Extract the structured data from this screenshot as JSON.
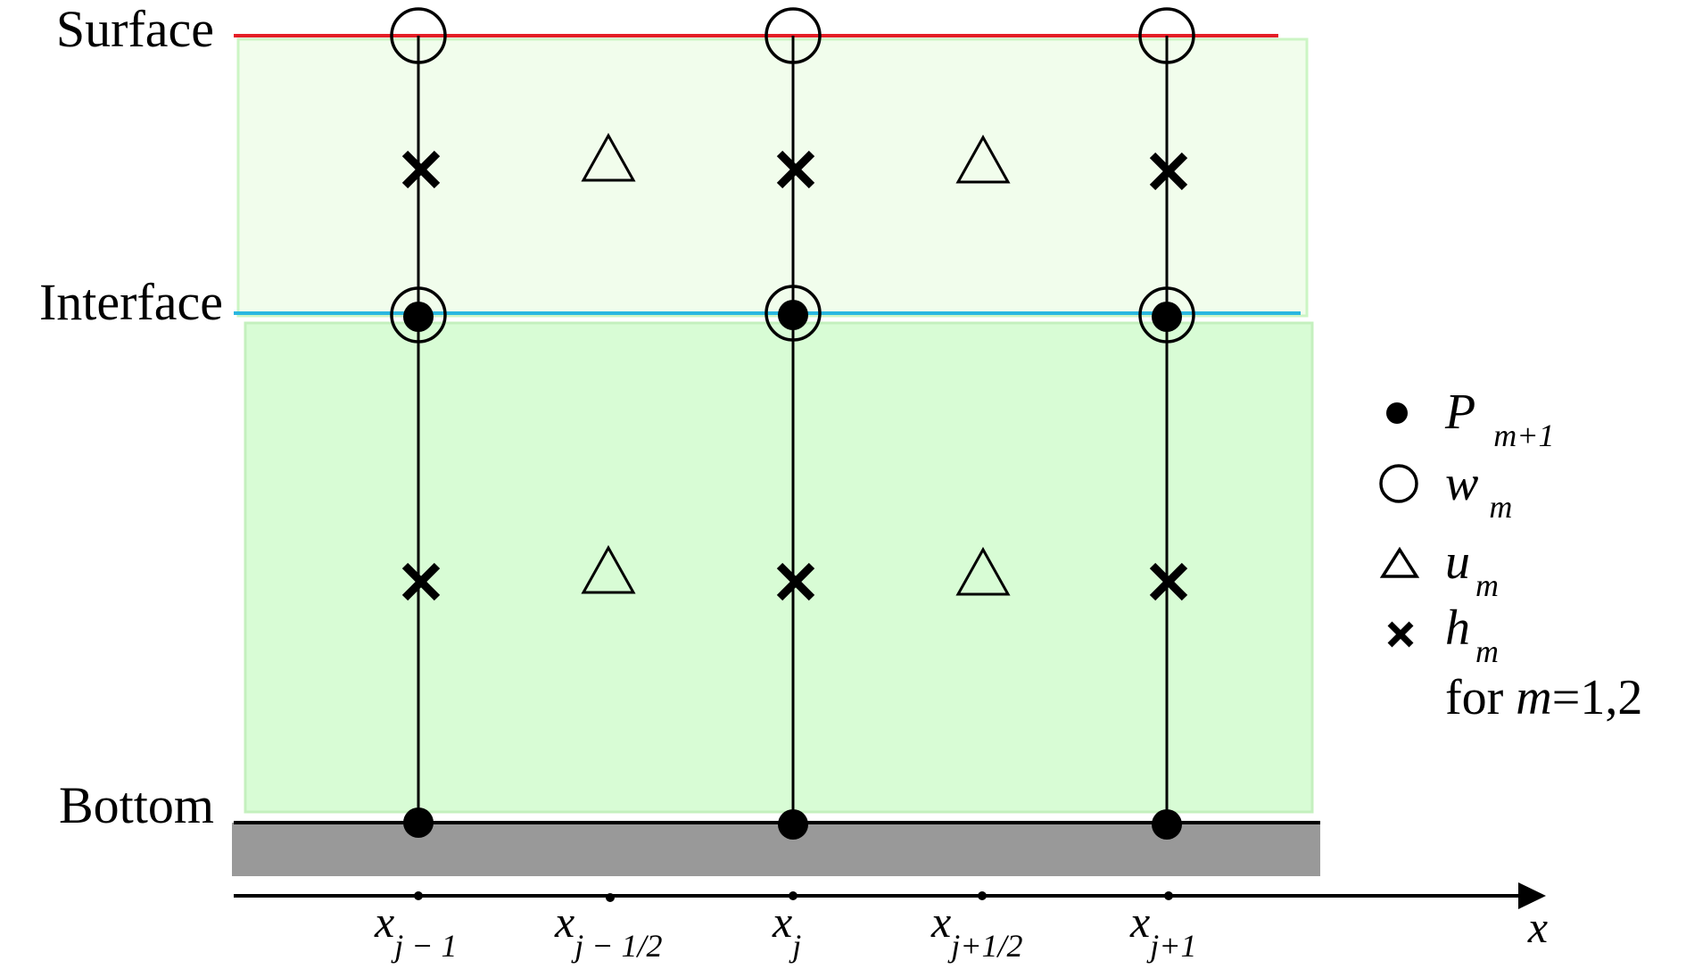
{
  "labels": {
    "surface": "Surface",
    "interface": "Interface",
    "bottom": "Bottom"
  },
  "axis": {
    "name": "x",
    "ticks": [
      {
        "base": "x",
        "sub": "j − 1"
      },
      {
        "base": "x",
        "sub": "j − 1/2"
      },
      {
        "base": "x",
        "sub": "j"
      },
      {
        "base": "x",
        "sub": "j+1/2"
      },
      {
        "base": "x",
        "sub": "j+1"
      }
    ]
  },
  "legend": {
    "items": [
      {
        "symbol": "filled-dot",
        "var": "P",
        "sub": "m+1"
      },
      {
        "symbol": "open-circle",
        "var": "w",
        "sub": "m"
      },
      {
        "symbol": "triangle",
        "var": "u",
        "sub": "m"
      },
      {
        "symbol": "cross",
        "var": "h",
        "sub": "m"
      }
    ],
    "footer_prefix": "for ",
    "footer_var": "m",
    "footer_suffix": "=1,2"
  },
  "colors": {
    "surface_line": "#e41e26",
    "interface_line": "#2ab7e0",
    "upper_layer": "#f1fdec",
    "upper_layer_border": "#ccf5c4",
    "lower_layer": "#d8fcd5",
    "lower_layer_border": "#c4f0be",
    "bottom_ground": "#999999"
  }
}
